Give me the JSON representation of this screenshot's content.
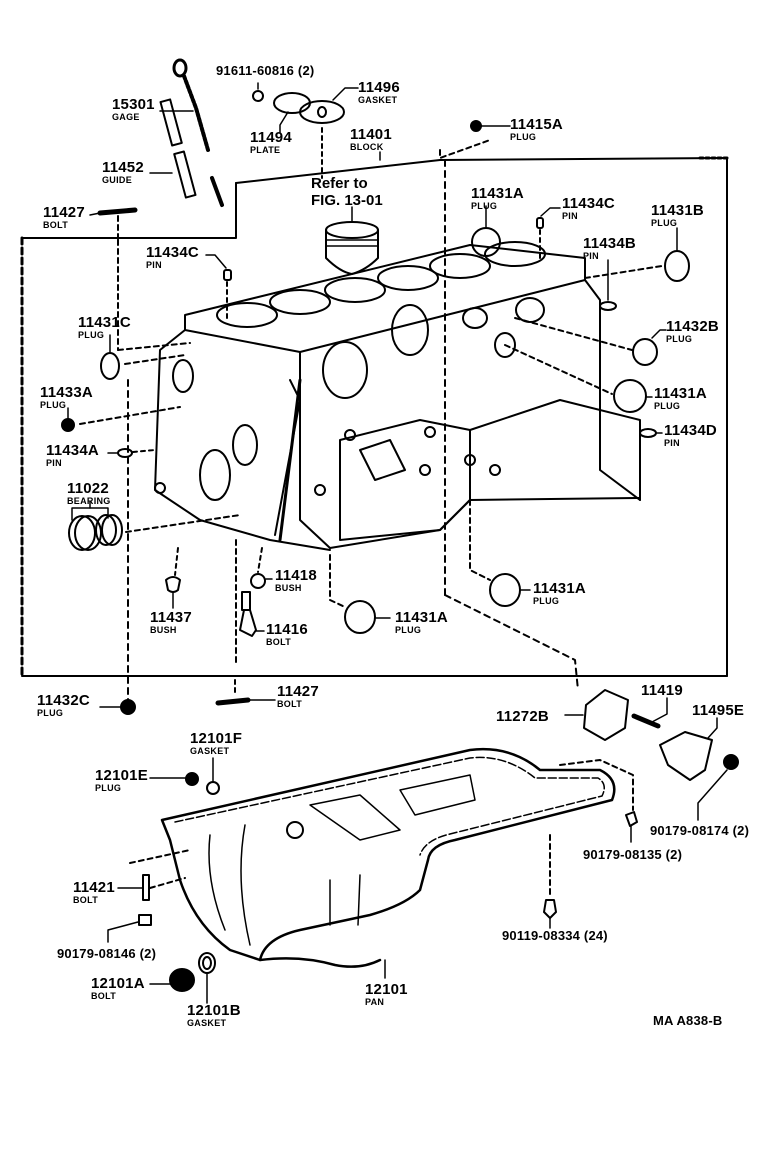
{
  "diagram": {
    "title_code": "MA A838-B",
    "reference_note": {
      "line1": "Refer to",
      "line2": "FIG. 13-01"
    },
    "colors": {
      "ink": "#000000",
      "paper": "#ffffff"
    }
  },
  "parts": [
    {
      "id": "91611-60816 (2)",
      "name": ""
    },
    {
      "id": "11496",
      "name": "GASKET"
    },
    {
      "id": "15301",
      "name": "GAGE"
    },
    {
      "id": "11494",
      "name": "PLATE"
    },
    {
      "id": "11401",
      "name": "BLOCK"
    },
    {
      "id": "11415A",
      "name": "PLUG"
    },
    {
      "id": "11452",
      "name": "GUIDE"
    },
    {
      "id": "11431A",
      "name": "PLUG"
    },
    {
      "id": "11434C",
      "name": "PIN"
    },
    {
      "id": "11431B",
      "name": "PLUG"
    },
    {
      "id": "11427",
      "name": "BOLT"
    },
    {
      "id": "11434C",
      "name": "PIN"
    },
    {
      "id": "11434B",
      "name": "PIN"
    },
    {
      "id": "11431C",
      "name": "PLUG"
    },
    {
      "id": "11432B",
      "name": "PLUG"
    },
    {
      "id": "11433A",
      "name": "PLUG"
    },
    {
      "id": "11431A",
      "name": "PLUG"
    },
    {
      "id": "11434A",
      "name": "PIN"
    },
    {
      "id": "11434D",
      "name": "PIN"
    },
    {
      "id": "11022",
      "name": "BEARING"
    },
    {
      "id": "11418",
      "name": "BUSH"
    },
    {
      "id": "11431A",
      "name": "PLUG"
    },
    {
      "id": "11437",
      "name": "BUSH"
    },
    {
      "id": "11416",
      "name": "BOLT"
    },
    {
      "id": "11431A",
      "name": "PLUG"
    },
    {
      "id": "11432C",
      "name": "PLUG"
    },
    {
      "id": "11427",
      "name": "BOLT"
    },
    {
      "id": "11419",
      "name": ""
    },
    {
      "id": "11272B",
      "name": ""
    },
    {
      "id": "11495E",
      "name": ""
    },
    {
      "id": "12101F",
      "name": "GASKET"
    },
    {
      "id": "12101E",
      "name": "PLUG"
    },
    {
      "id": "90179-08174 (2)",
      "name": ""
    },
    {
      "id": "90179-08135 (2)",
      "name": ""
    },
    {
      "id": "11421",
      "name": "BOLT"
    },
    {
      "id": "90119-08334 (24)",
      "name": ""
    },
    {
      "id": "90179-08146 (2)",
      "name": ""
    },
    {
      "id": "12101A",
      "name": "BOLT"
    },
    {
      "id": "12101",
      "name": "PAN"
    },
    {
      "id": "12101B",
      "name": "GASKET"
    }
  ]
}
